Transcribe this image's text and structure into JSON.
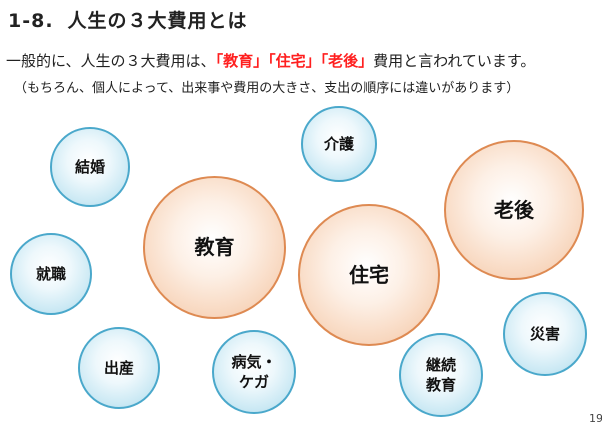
{
  "header": {
    "number": "1-8.",
    "title": "人生の３大費用とは"
  },
  "intro": {
    "prefix": "一般的に、人生の３大費用は、",
    "highlight": "「教育」「住宅」「老後」",
    "suffix": "費用と言われています。"
  },
  "note": "（もちろん、個人によって、出来事や費用の大きさ、支出の順序には違いがあります）",
  "bubbles": {
    "marriage": "結婚",
    "nursing": "介護",
    "education": "教育",
    "housing": "住宅",
    "retirement": "老後",
    "employment": "就職",
    "childbirth": "出産",
    "illness": "病気・\nケガ",
    "continuing_education": "継続\n教育",
    "disaster": "災害"
  },
  "page_number": "19",
  "colors": {
    "highlight": "#ff1f1f",
    "small_circle_border": "#4aa8cb",
    "big_circle_border": "#de8a52"
  }
}
